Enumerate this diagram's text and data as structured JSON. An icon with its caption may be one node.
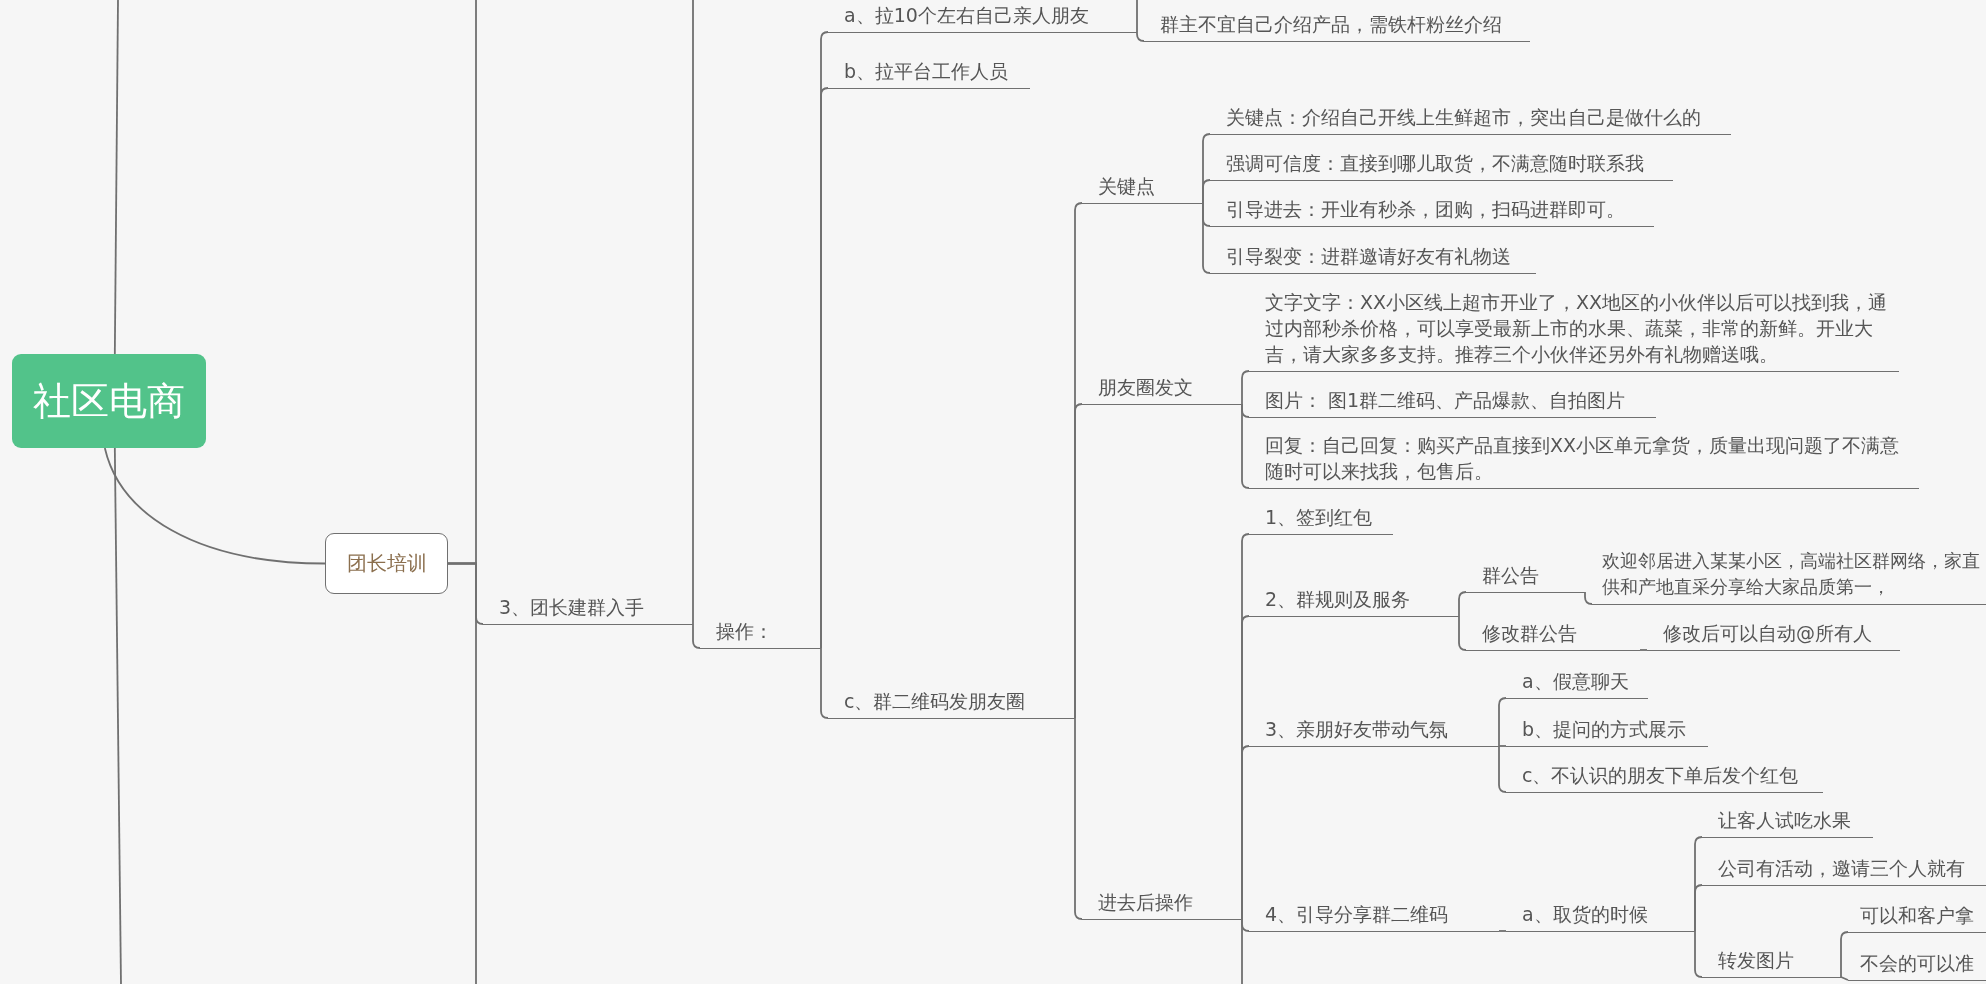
{
  "diagram": {
    "nodes": [
      {
        "text": [
          "社区电商"
        ]
      },
      {
        "text": [
          "团长培训"
        ]
      },
      {
        "text": [
          "3、团长建群入手"
        ]
      },
      {
        "text": [
          "操作："
        ]
      },
      {
        "text": [
          "a、拉10个左右自己亲人朋友"
        ]
      },
      {
        "text": [
          "群主不宜自己介绍产品，需铁杆粉丝介绍"
        ]
      },
      {
        "text": [
          "b、拉平台工作人员"
        ]
      },
      {
        "text": [
          "c、群二维码发朋友圈"
        ]
      },
      {
        "text": [
          "关键点"
        ]
      },
      {
        "text": [
          "关键点：介绍自己开线上生鲜超市，突出自己是做什么的"
        ]
      },
      {
        "text": [
          "强调可信度：直接到哪儿取货，不满意随时联系我"
        ]
      },
      {
        "text": [
          "引导进去：开业有秒杀，团购，扫码进群即可。"
        ]
      },
      {
        "text": [
          "引导裂变：进群邀请好友有礼物送"
        ]
      },
      {
        "text": [
          "朋友圈发文"
        ]
      },
      {
        "text": [
          "文字文字：XX小区线上超市开业了，XX地区的小伙伴以后可以找到我，通过内部秒杀价格，可以享受最新上市的水果、蔬菜，非常的新鲜。开业大吉，请大家多多支持。推荐三个小伙伴还另外有礼物赠送哦。"
        ]
      },
      {
        "text": [
          "图片： 图1群二维码、产品爆款、自拍图片"
        ]
      },
      {
        "text": [
          "回复：自己回复：购买产品直接到XX小区单元拿货，质量出现问题了不满意随时可以来找我，包售后。"
        ]
      },
      {
        "text": [
          "进去后操作"
        ]
      },
      {
        "text": [
          "1、签到红包"
        ]
      },
      {
        "text": [
          "2、群规则及服务"
        ]
      },
      {
        "text": [
          "群公告"
        ]
      },
      {
        "text": [
          "欢迎邻居进入某某小区，高端社区群网络，家直供和产地直采分享给大家品质第一，"
        ]
      },
      {
        "text": [
          "修改群公告"
        ]
      },
      {
        "text": [
          "修改后可以自动@所有人"
        ]
      },
      {
        "text": [
          "3、亲朋好友带动气氛"
        ]
      },
      {
        "text": [
          "a、假意聊天"
        ]
      },
      {
        "text": [
          "b、提问的方式展示"
        ]
      },
      {
        "text": [
          "c、不认识的朋友下单后发个红包"
        ]
      },
      {
        "text": [
          "4、引导分享群二维码"
        ]
      },
      {
        "text": [
          "a、取货的时候"
        ]
      },
      {
        "text": [
          "让客人试吃水果"
        ]
      },
      {
        "text": [
          "公司有活动，邀请三个人就有"
        ]
      },
      {
        "text": [
          "转发图片"
        ]
      },
      {
        "text": [
          "可以和客户拿"
        ]
      },
      {
        "text": [
          "不会的可以准"
        ]
      }
    ],
    "edges": [
      {
        "from": 0,
        "to": 1,
        "arrow": "none"
      },
      {
        "from": 0,
        "to": null,
        "arrow": "none"
      },
      {
        "from": 0,
        "to": null,
        "arrow": "none"
      },
      {
        "from": 1,
        "to": 2,
        "arrow": "none"
      },
      {
        "from": 1,
        "to": null,
        "arrow": "none"
      },
      {
        "from": 1,
        "to": null,
        "arrow": "none"
      },
      {
        "from": 2,
        "to": null,
        "arrow": "none"
      },
      {
        "from": 2,
        "to": 3,
        "arrow": "none"
      },
      {
        "from": 3,
        "to": 4,
        "arrow": "none"
      },
      {
        "from": 4,
        "to": null,
        "arrow": "none"
      },
      {
        "from": 4,
        "to": 5,
        "arrow": "none"
      },
      {
        "from": 3,
        "to": 6,
        "arrow": "none"
      },
      {
        "from": 3,
        "to": 7,
        "arrow": "none"
      },
      {
        "from": 7,
        "to": 8,
        "arrow": "none"
      },
      {
        "from": 8,
        "to": 9,
        "arrow": "none"
      },
      {
        "from": 8,
        "to": 10,
        "arrow": "none"
      },
      {
        "from": 8,
        "to": 11,
        "arrow": "none"
      },
      {
        "from": 8,
        "to": 12,
        "arrow": "none"
      },
      {
        "from": 7,
        "to": 13,
        "arrow": "none"
      },
      {
        "from": 13,
        "to": 14,
        "arrow": "none"
      },
      {
        "from": 13,
        "to": 15,
        "arrow": "none"
      },
      {
        "from": 13,
        "to": 16,
        "arrow": "none"
      },
      {
        "from": 7,
        "to": 17,
        "arrow": "none"
      },
      {
        "from": 17,
        "to": 18,
        "arrow": "none"
      },
      {
        "from": 17,
        "to": 19,
        "arrow": "none"
      },
      {
        "from": 19,
        "to": 20,
        "arrow": "none"
      },
      {
        "from": 20,
        "to": 21,
        "arrow": "none"
      },
      {
        "from": 19,
        "to": 22,
        "arrow": "none"
      },
      {
        "from": 22,
        "to": 23,
        "arrow": "none"
      },
      {
        "from": 17,
        "to": 24,
        "arrow": "none"
      },
      {
        "from": 24,
        "to": 25,
        "arrow": "none"
      },
      {
        "from": 24,
        "to": 26,
        "arrow": "none"
      },
      {
        "from": 24,
        "to": 27,
        "arrow": "none"
      },
      {
        "from": 17,
        "to": 28,
        "arrow": "none"
      },
      {
        "from": 28,
        "to": 29,
        "arrow": "none"
      },
      {
        "from": 29,
        "to": 30,
        "arrow": "none"
      },
      {
        "from": 29,
        "to": 31,
        "arrow": "none"
      },
      {
        "from": 29,
        "to": 32,
        "arrow": "none"
      },
      {
        "from": 32,
        "to": 33,
        "arrow": "none"
      },
      {
        "from": 32,
        "to": 34,
        "arrow": "none"
      },
      {
        "from": 17,
        "to": null,
        "arrow": "none"
      }
    ]
  }
}
